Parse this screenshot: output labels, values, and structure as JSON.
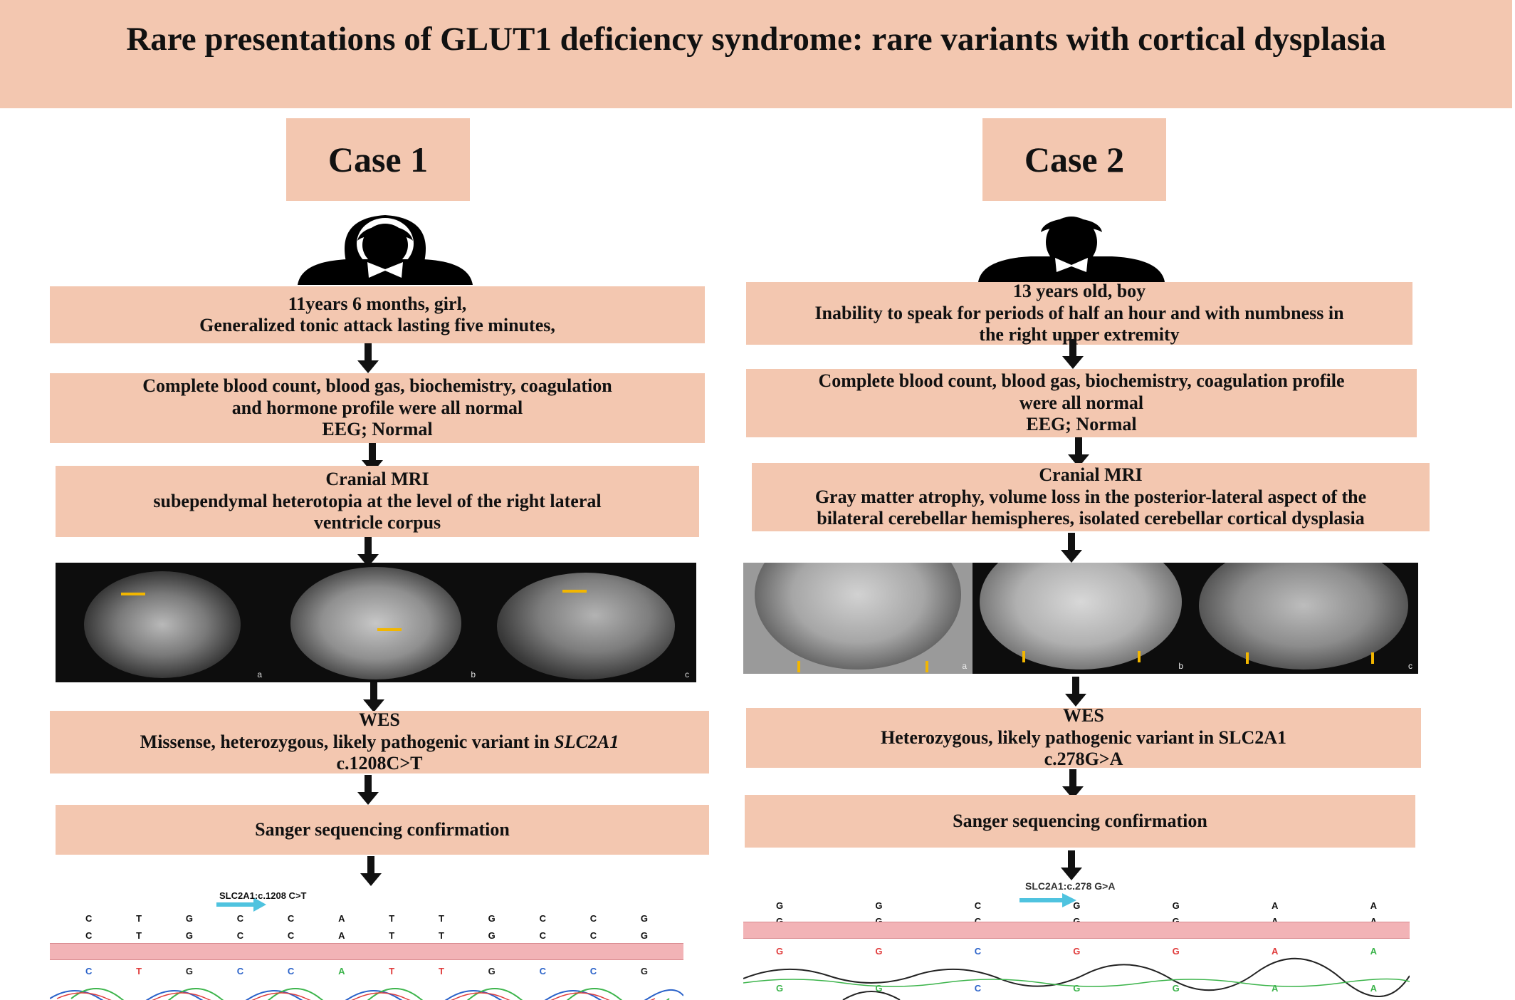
{
  "title": "Rare presentations of GLUT1 deficiency syndrome: rare variants with cortical dysplasia",
  "colors": {
    "box_fill": "#f3c7b0",
    "arrow": "#111111",
    "marker": "#f2b600",
    "seq_bar": "#f2b3b6",
    "seq_arrow": "#4fc3df"
  },
  "case1": {
    "label": "Case 1",
    "avatar_icon": "girl-person-icon",
    "presentation": [
      "11years 6 months, girl,",
      "Generalized tonic attack lasting five minutes,"
    ],
    "labs": [
      "Complete blood count, blood gas, biochemistry, coagulation",
      "and hormone profile were all normal",
      "EEG; Normal"
    ],
    "mri_title": "Cranial MRI",
    "mri_text": [
      "subependymal heterotopia at the level of the right lateral",
      "ventricle corpus"
    ],
    "mri_panels": [
      "a",
      "b",
      "c"
    ],
    "wes_title": "WES",
    "wes_text_prefix": "Missense, heterozygous, likely pathogenic variant in ",
    "wes_gene": "SLC2A1",
    "wes_variant": "c.1208C>T",
    "sanger": "Sanger sequencing confirmation",
    "seq_label": "SLC2A1:c.1208 C>T",
    "seq_bases": [
      "C",
      "T",
      "G",
      "C",
      "C",
      "A",
      "T",
      "T",
      "G",
      "C",
      "C",
      "G"
    ]
  },
  "case2": {
    "label": "Case 2",
    "avatar_icon": "boy-person-icon",
    "presentation": [
      "13 years old, boy",
      "Inability to speak for periods of half an hour and with numbness in",
      "the right upper extremity"
    ],
    "labs": [
      "Complete blood count, blood gas, biochemistry, coagulation profile",
      "were all normal",
      "EEG; Normal"
    ],
    "mri_title": "Cranial MRI",
    "mri_text": [
      "Gray matter atrophy, volume loss in the posterior-lateral aspect of the",
      "bilateral cerebellar hemispheres, isolated cerebellar cortical dysplasia"
    ],
    "mri_panels": [
      "a",
      "b",
      "c"
    ],
    "wes_title": "WES",
    "wes_text": "Heterozygous, likely pathogenic variant in SLC2A1",
    "wes_variant": "c.278G>A",
    "sanger": "Sanger sequencing confirmation",
    "seq_label": "SLC2A1:c.278 G>A",
    "seq_bases": [
      "G",
      "G",
      "C",
      "G",
      "G",
      "A",
      "A"
    ]
  }
}
